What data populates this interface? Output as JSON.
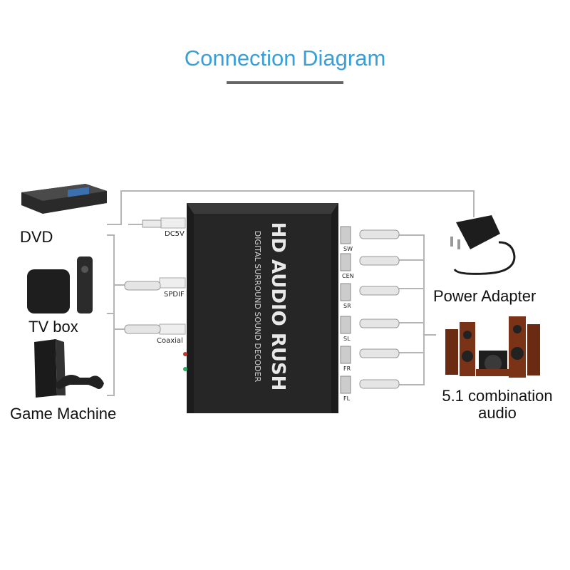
{
  "title": "Connection Diagram",
  "devices": {
    "dvd": "DVD",
    "tv_box": "TV box",
    "game_machine": "Game Machine",
    "power_adapter": "Power Adapter",
    "audio_line1": "5.1 combination",
    "audio_line2": "audio"
  },
  "decoder": {
    "brand": "HD AUDIO RUSH",
    "subtitle": "DIGITAL SURROUND SOUND DECODER",
    "ports_left": [
      "DC5V",
      "SPDIF",
      "Coaxial"
    ],
    "ports_right": [
      "SW",
      "CEN",
      "SR",
      "SL",
      "FR",
      "FL"
    ]
  },
  "colors": {
    "title": "#3a9fd6",
    "decoder_body": "#1c1c1c",
    "cable": "#b5b5b5"
  }
}
